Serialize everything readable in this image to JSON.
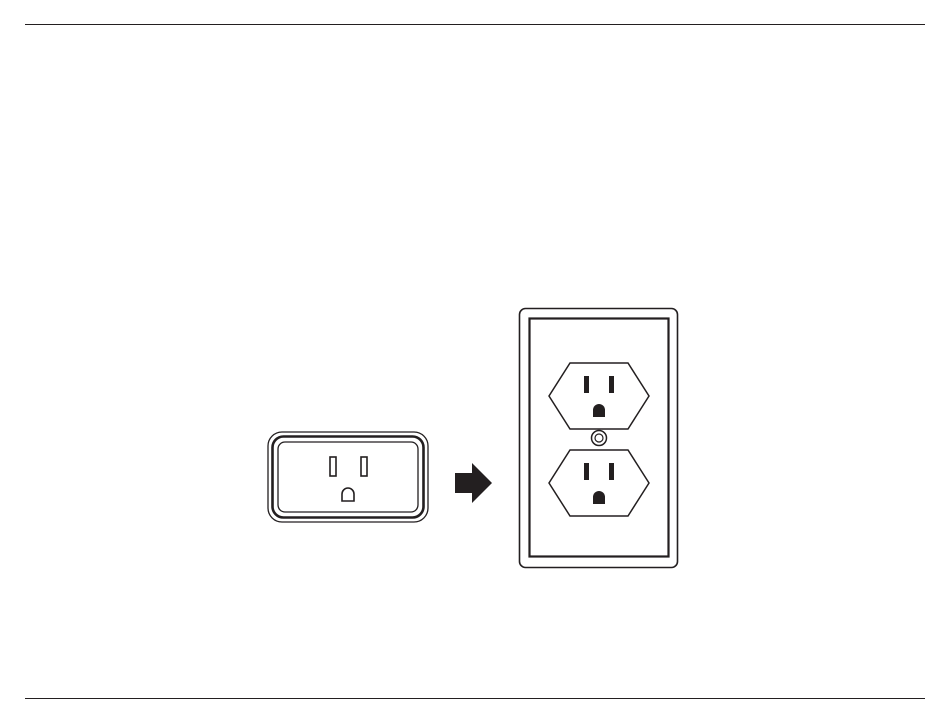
{
  "diagram": {
    "nodes": [
      {
        "id": "smart-plug",
        "kind": "plug-in-adapter",
        "icon": "smart-plug-icon"
      },
      {
        "id": "wall-outlet",
        "kind": "duplex-wall-receptacle",
        "icon": "wall-outlet-icon"
      }
    ],
    "edges": [
      {
        "from": "smart-plug",
        "to": "wall-outlet",
        "style": "filled-arrow",
        "icon": "arrow-right-icon"
      }
    ]
  },
  "colors": {
    "line": "#231f20",
    "fill": "#ffffff"
  }
}
